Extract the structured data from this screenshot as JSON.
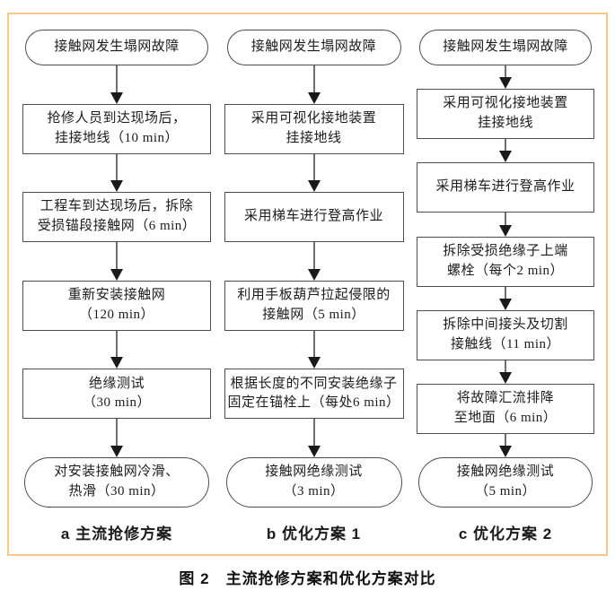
{
  "figure": {
    "caption": "图 2　主流抢修方案和优化方案对比"
  },
  "colors": {
    "frame_border": "#f7c689",
    "box_border": "#4d4d4d",
    "arrow_line": "#6e6e6e",
    "arrow_head": "#1a1a1a",
    "text": "#1c1c1c"
  },
  "columns": [
    {
      "label": "a 主流抢修方案",
      "nodes": [
        "接触网发生塌网故障",
        "抢修人员到达现场后，\n挂接地线（10 min）",
        "工程车到达现场后，拆除\n受损锚段接触网（6 min）",
        "重新安装接触网\n（120 min）",
        "绝缘测试\n（30 min）",
        "对安装接触网冷滑、\n热滑（30 min）"
      ]
    },
    {
      "label": "b 优化方案 1",
      "nodes": [
        "接触网发生塌网故障",
        "采用可视化接地装置\n挂接地线",
        "采用梯车进行登高作业",
        "利用手板葫芦拉起侵限的\n接触网（5 min）",
        "根据长度的不同安装绝缘子\n固定在锚栓上（每处6 min）",
        "接触网绝缘测试\n（3 min）"
      ]
    },
    {
      "label": "c 优化方案 2",
      "nodes": [
        "接触网发生塌网故障",
        "采用可视化接地装置\n挂接地线",
        "采用梯车进行登高作业",
        "拆除受损绝缘子上端\n螺栓（每个2 min）",
        "拆除中间接头及切割\n接触线（11 min）",
        "将故障汇流排降\n至地面（6 min）",
        "接触网绝缘测试\n（5 min）"
      ]
    }
  ]
}
